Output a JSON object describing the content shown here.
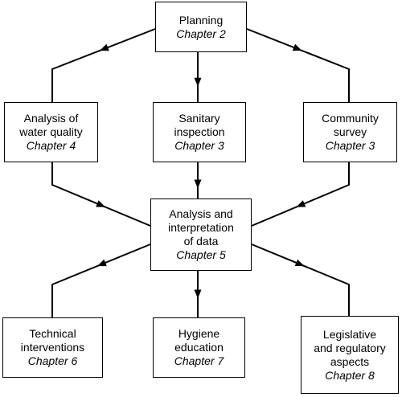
{
  "nodes": [
    {
      "id": "planning",
      "lines": [
        "Planning"
      ],
      "chapter": "Chapter 2"
    },
    {
      "id": "analysis-water-quality",
      "lines": [
        "Analysis of",
        "water quality"
      ],
      "chapter": "Chapter 4"
    },
    {
      "id": "sanitary-inspection",
      "lines": [
        "Sanitary",
        "inspection"
      ],
      "chapter": "Chapter 3"
    },
    {
      "id": "community-survey",
      "lines": [
        "Community",
        "survey"
      ],
      "chapter": "Chapter 3"
    },
    {
      "id": "analysis-interpretation",
      "lines": [
        "Analysis and",
        "interpretation",
        "of data"
      ],
      "chapter": "Chapter 5"
    },
    {
      "id": "technical-interventions",
      "lines": [
        "Technical",
        "interventions"
      ],
      "chapter": "Chapter 6"
    },
    {
      "id": "hygiene-education",
      "lines": [
        "Hygiene",
        "education"
      ],
      "chapter": "Chapter 7"
    },
    {
      "id": "legislative-regulatory",
      "lines": [
        "Legislative",
        "and regulatory",
        "aspects"
      ],
      "chapter": "Chapter 8"
    }
  ],
  "edges": [
    {
      "from": "planning",
      "to": "analysis-water-quality"
    },
    {
      "from": "planning",
      "to": "sanitary-inspection"
    },
    {
      "from": "planning",
      "to": "community-survey"
    },
    {
      "from": "analysis-water-quality",
      "to": "analysis-interpretation"
    },
    {
      "from": "sanitary-inspection",
      "to": "analysis-interpretation"
    },
    {
      "from": "community-survey",
      "to": "analysis-interpretation"
    },
    {
      "from": "analysis-interpretation",
      "to": "technical-interventions"
    },
    {
      "from": "analysis-interpretation",
      "to": "hygiene-education"
    },
    {
      "from": "analysis-interpretation",
      "to": "legislative-regulatory"
    }
  ],
  "colors": {
    "stroke": "#000000",
    "background": "#ffffff"
  }
}
